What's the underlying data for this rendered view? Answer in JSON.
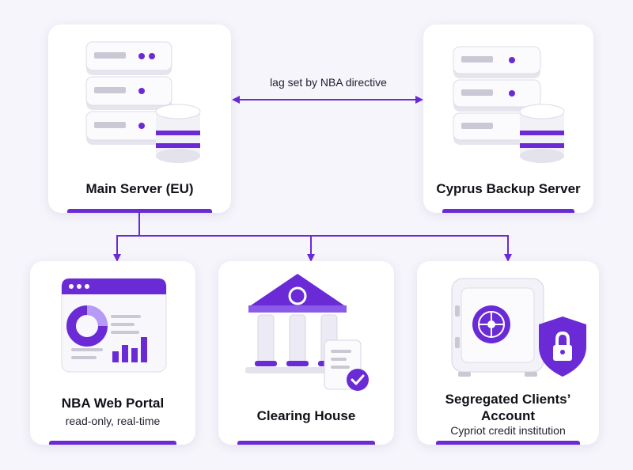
{
  "nodes": {
    "main_server": {
      "title": "Main Server (EU)",
      "icon": "server-database-icon"
    },
    "backup_server": {
      "title": "Cyprus Backup Server",
      "icon": "server-database-icon"
    },
    "web_portal": {
      "title": "NBA Web Portal",
      "subtitle": "read-only, real-time",
      "icon": "dashboard-window-icon"
    },
    "clearing_house": {
      "title": "Clearing House",
      "icon": "bank-building-icon"
    },
    "segregated_account": {
      "title": "Segregated Clients’ Account",
      "subtitle": "Cypriot credit institution",
      "icon": "safe-shield-icon"
    }
  },
  "edges": {
    "replication": {
      "label": "lag set by NBA directive",
      "from": "main_server",
      "to": "backup_server",
      "direction": "both"
    },
    "to_portal": {
      "from": "main_server",
      "to": "web_portal"
    },
    "to_clearing": {
      "from": "main_server",
      "to": "clearing_house"
    },
    "to_account": {
      "from": "main_server",
      "to": "segregated_account"
    }
  },
  "colors": {
    "accent": "#6a2bd6",
    "accent_light": "#9b6cf0",
    "background": "#f6f5fb",
    "card": "#ffffff",
    "metal": "#e4e3ec"
  }
}
